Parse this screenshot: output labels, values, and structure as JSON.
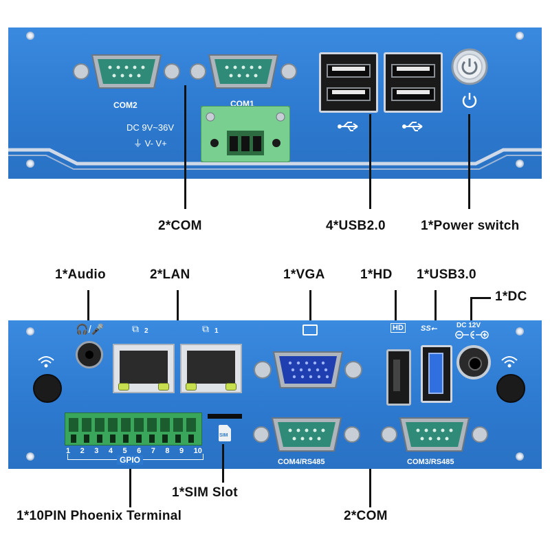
{
  "top_panel": {
    "com2_label": "COM2",
    "com1_label": "COM1",
    "power_text_line1": "DC 9V~36V",
    "power_text_line2": "⏚ V- V+",
    "power_icon": "power-icon",
    "usb_icon": "usb-icon"
  },
  "top_callouts": {
    "com": "2*COM",
    "usb": "4*USB2.0",
    "power_switch": "1*Power switch"
  },
  "bottom_callouts": {
    "audio": "1*Audio",
    "lan": "2*LAN",
    "vga": "1*VGA",
    "hd": "1*HD",
    "usb3": "1*USB3.0",
    "dc": "1*DC",
    "sim": "1*SIM Slot",
    "terminal": "1*10PIN Phoenix Terminal",
    "com": "2*COM"
  },
  "bottom_panel": {
    "lan2_sub": "2",
    "lan1_sub": "1",
    "dc_label": "DC 12V",
    "usb3_label": "SS⭠",
    "hd_label": "HD",
    "sim_label": "SIM",
    "gpio_label": "GPIO",
    "gpio_pins": [
      "1",
      "2",
      "3",
      "4",
      "5",
      "6",
      "7",
      "8",
      "9",
      "10"
    ],
    "com4_label": "COM4/RS485",
    "com3_label": "COM3/RS485"
  },
  "colors": {
    "panel_blue": "#2f7fd4",
    "terminal_green": "#3aa65b",
    "text_black": "#111111"
  }
}
